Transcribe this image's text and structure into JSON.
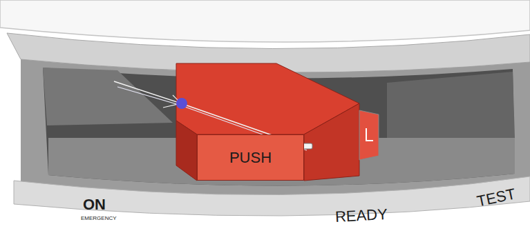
{
  "diagram": {
    "nodes": [
      {
        "text": [
          "PUSH"
        ]
      }
    ],
    "edges": [],
    "labels": [
      "ON",
      "EMERGENCY",
      "READY",
      "TEST"
    ]
  }
}
